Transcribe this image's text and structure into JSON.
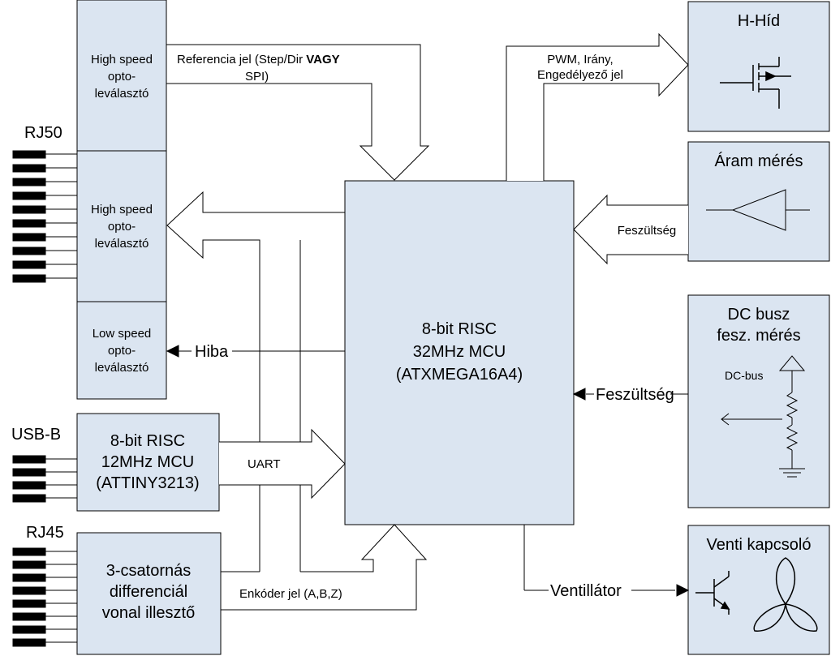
{
  "connectors": {
    "rj50": "RJ50",
    "usb_b": "USB-B",
    "rj45": "RJ45"
  },
  "opto_blocks": {
    "high1": [
      "High speed",
      "opto-",
      "leválasztó"
    ],
    "high2": [
      "High speed",
      "opto-",
      "leválasztó"
    ],
    "low": [
      "Low speed",
      "opto-",
      "leválasztó"
    ]
  },
  "aux_mcu": [
    "8-bit RISC",
    "12MHz MCU",
    "(ATTINY3213)"
  ],
  "line_interface": [
    "3-csatornás",
    "differenciál",
    "vonal illesztő"
  ],
  "main_mcu": [
    "8-bit RISC",
    "32MHz MCU",
    "(ATXMEGA16A4)"
  ],
  "right_blocks": {
    "h_bridge": "H-Híd",
    "current_meas": "Áram mérés",
    "dc_bus_meas": [
      "DC busz",
      "fesz. mérés"
    ],
    "dc_bus_symbol": "DC-bus",
    "fan_switch": "Venti kapcsoló"
  },
  "signals": {
    "reference_pre": "Referencia jel (Step/Dir ",
    "reference_bold": "VAGY",
    "reference_line2": "SPI)",
    "pwm": [
      "PWM, Irány,",
      "Engedélyező jel"
    ],
    "voltage1": "Feszültség",
    "voltage2": "Feszültség",
    "error": "Hiba",
    "uart": "UART",
    "encoder": "Enkóder jel (A,B,Z)",
    "fan": "Ventillátor"
  },
  "colors": {
    "block_fill": "#dbe5f1",
    "mcu_fill": "#dbe5f1",
    "line": "#000000"
  }
}
